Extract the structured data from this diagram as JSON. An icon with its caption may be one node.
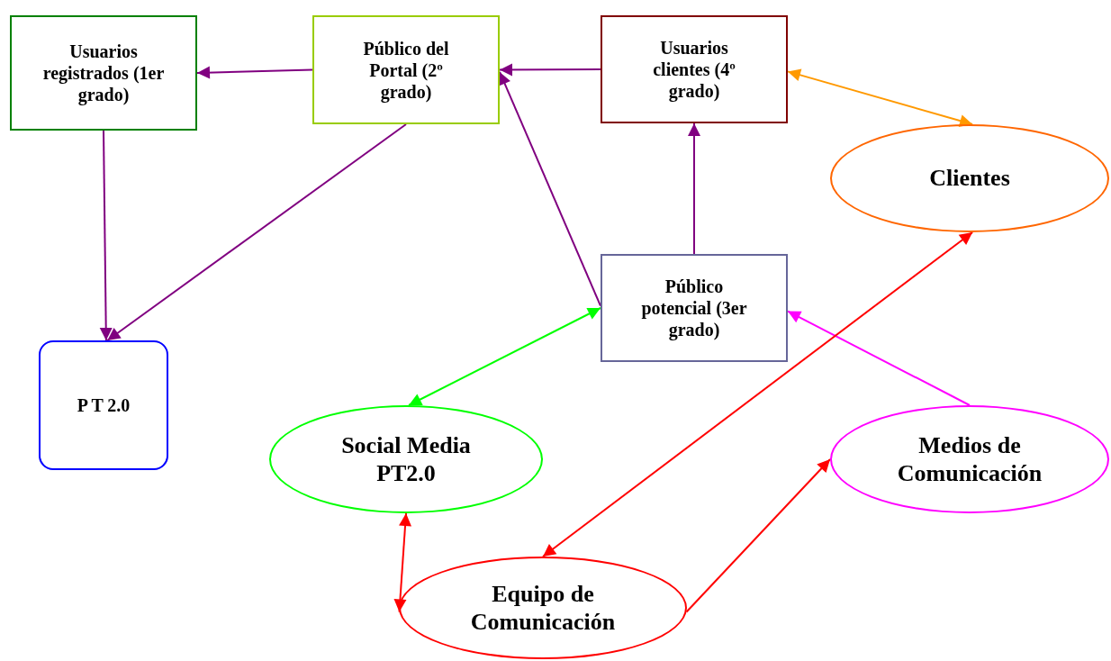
{
  "diagram": {
    "nodes": [
      {
        "text": [
          "Usuarios registrados (1er grado)"
        ]
      },
      {
        "text": [
          "Público del Portal (2º grado)"
        ]
      },
      {
        "text": [
          "Usuarios clientes (4º grado)"
        ]
      },
      {
        "text": [
          "Clientes"
        ]
      },
      {
        "text": [
          "P T 2.0"
        ]
      },
      {
        "text": [
          "Público potencial (3er grado)"
        ]
      },
      {
        "text": [
          "Social Media PT2.0"
        ]
      },
      {
        "text": [
          "Medios de Comunicación"
        ]
      },
      {
        "text": [
          "Equipo de Comunicación"
        ]
      }
    ],
    "edges": [
      {
        "from": 1,
        "to": 0,
        "arrow": "to"
      },
      {
        "from": 2,
        "to": 1,
        "arrow": "to"
      },
      {
        "from": 0,
        "to": 4,
        "arrow": "to"
      },
      {
        "from": 1,
        "to": 4,
        "arrow": "to"
      },
      {
        "from": 5,
        "to": 1,
        "arrow": "to"
      },
      {
        "from": 5,
        "to": 2,
        "arrow": "to"
      },
      {
        "from": 2,
        "to": 3,
        "arrow": "both",
        "color": "#ff9900"
      },
      {
        "from": 5,
        "to": 6,
        "arrow": "both",
        "color": "#00ff00"
      },
      {
        "from": 7,
        "to": 5,
        "arrow": "to",
        "color": "#ff00ff"
      },
      {
        "from": 8,
        "to": 3,
        "arrow": "both",
        "color": "#ff0000"
      },
      {
        "from": 8,
        "to": 6,
        "arrow": "both",
        "color": "#ff0000"
      },
      {
        "from": 8,
        "to": 7,
        "arrow": "to",
        "color": "#ff0000"
      }
    ]
  }
}
